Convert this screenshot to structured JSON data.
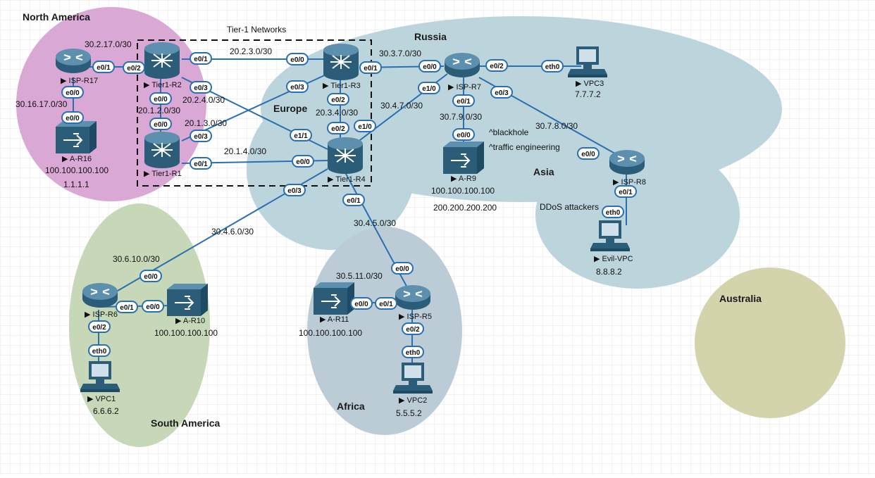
{
  "colors": {
    "north_america": "#d9a8d4",
    "russia_asia": "#bcd5dc",
    "south_america": "#c6d8b8",
    "africa": "#bcccd6",
    "australia": "#d3d4ac",
    "link": "#2a6fb0",
    "router_dark": "#2b5c78",
    "router_light": "#5d8fae"
  },
  "regions": {
    "north_america": "North America",
    "russia": "Russia",
    "europe": "Europe",
    "asia": "Asia",
    "south_america": "South America",
    "africa": "Africa",
    "australia": "Australia"
  },
  "tier1_box": "Tier-1 Networks",
  "devices": {
    "isp_r17": "ISP-R17",
    "a_r16": "A-R16",
    "tier1_r2": "Tier1-R2",
    "tier1_r1": "Tier1-R1",
    "tier1_r3": "Tier1-R3",
    "tier1_r4": "Tier1-R4",
    "isp_r7": "ISP-R7",
    "vpc3": "VPC3",
    "a_r9": "A-R9",
    "isp_r8": "ISP-R8",
    "evil_vpc": "Evil-VPC",
    "isp_r6": "ISP-R6",
    "a_r10": "A-R10",
    "vpc1": "VPC1",
    "a_r11": "A-R11",
    "isp_r5": "ISP-R5",
    "vpc2": "VPC2"
  },
  "subnets": {
    "s1": "30.2.17.0/30",
    "s2": "30.16.17.0/30",
    "s3": "20.2.3.0/30",
    "s4": "30.3.7.0/30",
    "s5": "20.1.2.0/30",
    "s6": "20.2.4.0/30",
    "s7": "20.1.3.0/30",
    "s8": "20.1.4.0/30",
    "s9": "20.3.4.0/30",
    "s10": "30.4.7.0/30",
    "s11": "30.7.9.0/30",
    "s12": "30.7.8.0/30",
    "s13": "30.4.6.0/30",
    "s14": "30.6.10.0/30",
    "s15": "30.4.5.0/30",
    "s16": "30.5.11.0/30"
  },
  "addresses": {
    "a_r16_anycast": "100.100.100.100",
    "a_r16_loop": "1.1.1.1",
    "vpc3_ip": "7.7.7.2",
    "a_r9_anycast": "100.100.100.100",
    "a_r9_extra": "200.200.200.200",
    "evil_ip": "8.8.8.2",
    "a_r10_anycast": "100.100.100.100",
    "vpc1_ip": "6.6.6.2",
    "a_r11_anycast": "100.100.100.100",
    "vpc2_ip": "5.5.5.2"
  },
  "notes": {
    "blackhole": "^blackhole",
    "traffic_eng": "^traffic engineering",
    "ddos": "DDoS attackers"
  },
  "ports": {
    "p1": "e0/1",
    "p2": "e0/2",
    "p3": "e0/0",
    "p4": "e0/0",
    "p5": "e0/1",
    "p6": "e0/3",
    "p7": "e0/0",
    "p8": "e0/0",
    "p9": "e0/3",
    "p10": "e0/1",
    "p11": "e0/0",
    "p12": "e0/3",
    "p13": "e0/1",
    "p14": "e0/0",
    "p15": "e0/2",
    "p16": "e0/2",
    "p17": "e1/1",
    "p18": "e1/0",
    "p19": "e0/3",
    "p20": "e0/1",
    "p21": "e0/0",
    "p22": "e1/0",
    "p23": "e0/2",
    "p24": "eth0",
    "p25": "e0/3",
    "p26": "e0/1",
    "p27": "e0/0",
    "p28": "e0/0",
    "p29": "e0/1",
    "p30": "eth0",
    "p31": "e0/0",
    "p32": "e0/1",
    "p33": "e0/0",
    "p34": "e0/2",
    "p35": "eth0",
    "p36": "e0/0",
    "p37": "e0/0",
    "p38": "e0/1",
    "p39": "e0/2",
    "p40": "eth0"
  }
}
